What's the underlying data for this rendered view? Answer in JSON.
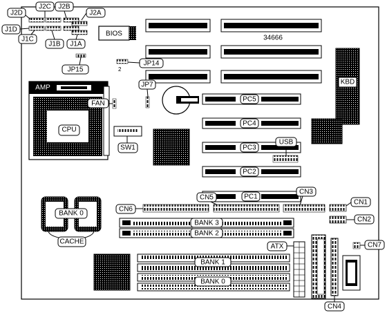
{
  "labels": {
    "j2d": "J2D",
    "j2c": "J2C",
    "j2b": "J2B",
    "j2a": "J2A",
    "j1d": "J1D",
    "j1c": "J1C",
    "j1b": "J1B",
    "j1a": "J1A",
    "bios": "BIOS",
    "part_number": "34666",
    "jp15": "JP15",
    "jp14": "JP14",
    "jp14_pin": "2",
    "jp7": "JP7",
    "kbd": "KBD",
    "amp": "AMP",
    "fan": "FAN",
    "cpu": "CPU",
    "sw1": "SW1",
    "usb": "USB",
    "pc5": "PC5",
    "pc4": "PC4",
    "pc3": "PC3",
    "pc2": "PC2",
    "pc1": "PC1",
    "cn5": "CN5",
    "cn3": "CN3",
    "cn6": "CN6",
    "cn1": "CN1",
    "cn2": "CN2",
    "cn7": "CN7",
    "cn4": "CN4",
    "atx": "ATX",
    "bank0_cache": "BANK 0",
    "cache": "CACHE",
    "bank3": "BANK 3",
    "bank2": "BANK 2",
    "bank1": "BANK 1",
    "bank0": "BANK 0"
  }
}
